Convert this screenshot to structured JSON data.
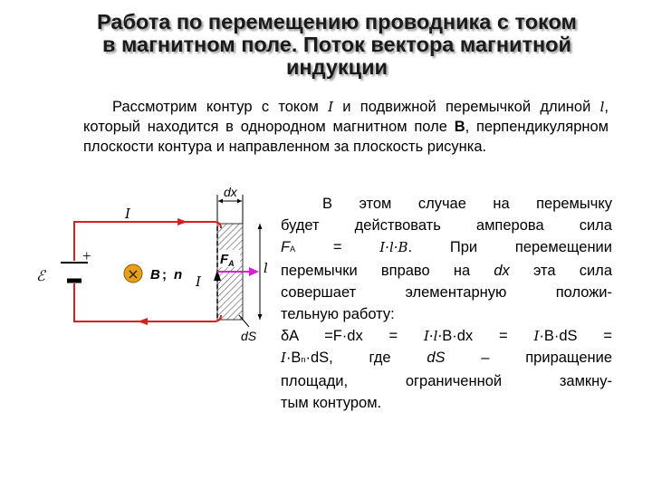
{
  "title": {
    "line1": "Работа по перемещению проводника с током",
    "line2": "в магнитном поле. Поток вектора магнитной",
    "line3": "индукции"
  },
  "intro": {
    "p1": "Рассмотрим контур с током ",
    "I": "I",
    "p2": " и подвижной перемычкой длиной ",
    "l": "l",
    "p3": ", который находится в однородном магнитном поле ",
    "B": "B",
    "p4": ", перпендикулярном плоскости контура и направленном за плоскость рисунка."
  },
  "body_lines": {
    "l1": "В этом случае на перемычку",
    "l2": "будет действовать амперова сила",
    "l3_a": "F",
    "l3_sub": "A",
    "l3_b": " = ",
    "l3_c": "I·l·B",
    "l3_d": ". При перемещении",
    "l4_a": "перемычки вправо на ",
    "l4_b": "dx",
    "l4_c": " эта сила",
    "l5": "совершает элементарную положи-",
    "l6": "тельную работу:",
    "l7_a": "δA =F·dx = ",
    "l7_b": "I·l·",
    "l7_c": "B·dx = ",
    "l7_d": "I",
    "l7_e": "·B·dS =",
    "l8_a": "I",
    "l8_b": "·B",
    "l8_sub": "n",
    "l8_c": "·dS, где ",
    "l8_d": "dS",
    "l8_e": " – приращение",
    "l9": "площади, ограниченной замкну-",
    "l10": "тым контуром."
  },
  "diagram": {
    "dx": "dx",
    "current_top": "I",
    "plus": "+",
    "emf": "ℰ",
    "cross": "×",
    "b_label": "B",
    "semi": ";",
    "n_label": "n",
    "current_mid": "I",
    "force": "F",
    "force_sub": "A",
    "length": "l",
    "ds": "dS",
    "wire_color": "#d42020",
    "force_color": "#d81fd8",
    "field_circle_color": "#e6a01a"
  }
}
